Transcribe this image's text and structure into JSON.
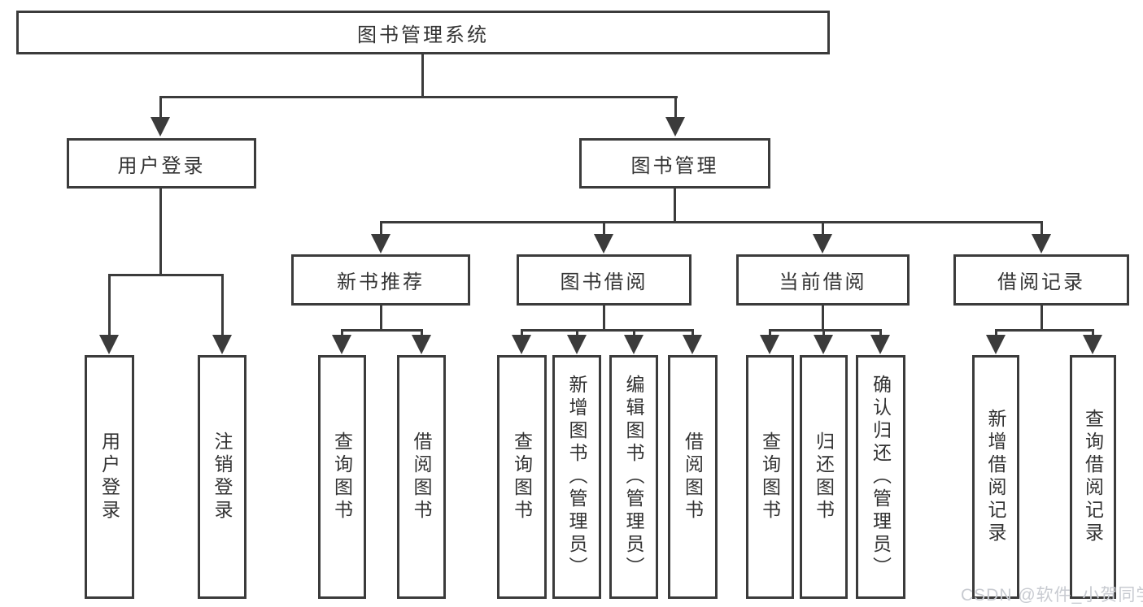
{
  "tree": {
    "root": {
      "label": "图书管理系统",
      "children": [
        {
          "label": "用户登录",
          "children": [
            {
              "label": "用户登录"
            },
            {
              "label": "注销登录"
            }
          ]
        },
        {
          "label": "图书管理",
          "children": [
            {
              "label": "新书推荐",
              "children": [
                {
                  "label": "查询图书"
                },
                {
                  "label": "借阅图书"
                }
              ]
            },
            {
              "label": "图书借阅",
              "children": [
                {
                  "label": "查询图书"
                },
                {
                  "label": "新增图书（管理员）"
                },
                {
                  "label": "编辑图书（管理员）"
                },
                {
                  "label": "借阅图书"
                }
              ]
            },
            {
              "label": "当前借阅",
              "children": [
                {
                  "label": "查询图书"
                },
                {
                  "label": "归还图书"
                },
                {
                  "label": "确认归还（管理员）"
                }
              ]
            },
            {
              "label": "借阅记录",
              "children": [
                {
                  "label": "新增借阅记录"
                },
                {
                  "label": "查询借阅记录"
                }
              ]
            }
          ]
        }
      ]
    }
  },
  "watermark": {
    "text": "CSDN @软件_小贺同学"
  },
  "colors": {
    "line": "#3b3b3b",
    "text": "#333333",
    "background": "#ffffff",
    "watermark": "#c8cbd1"
  }
}
